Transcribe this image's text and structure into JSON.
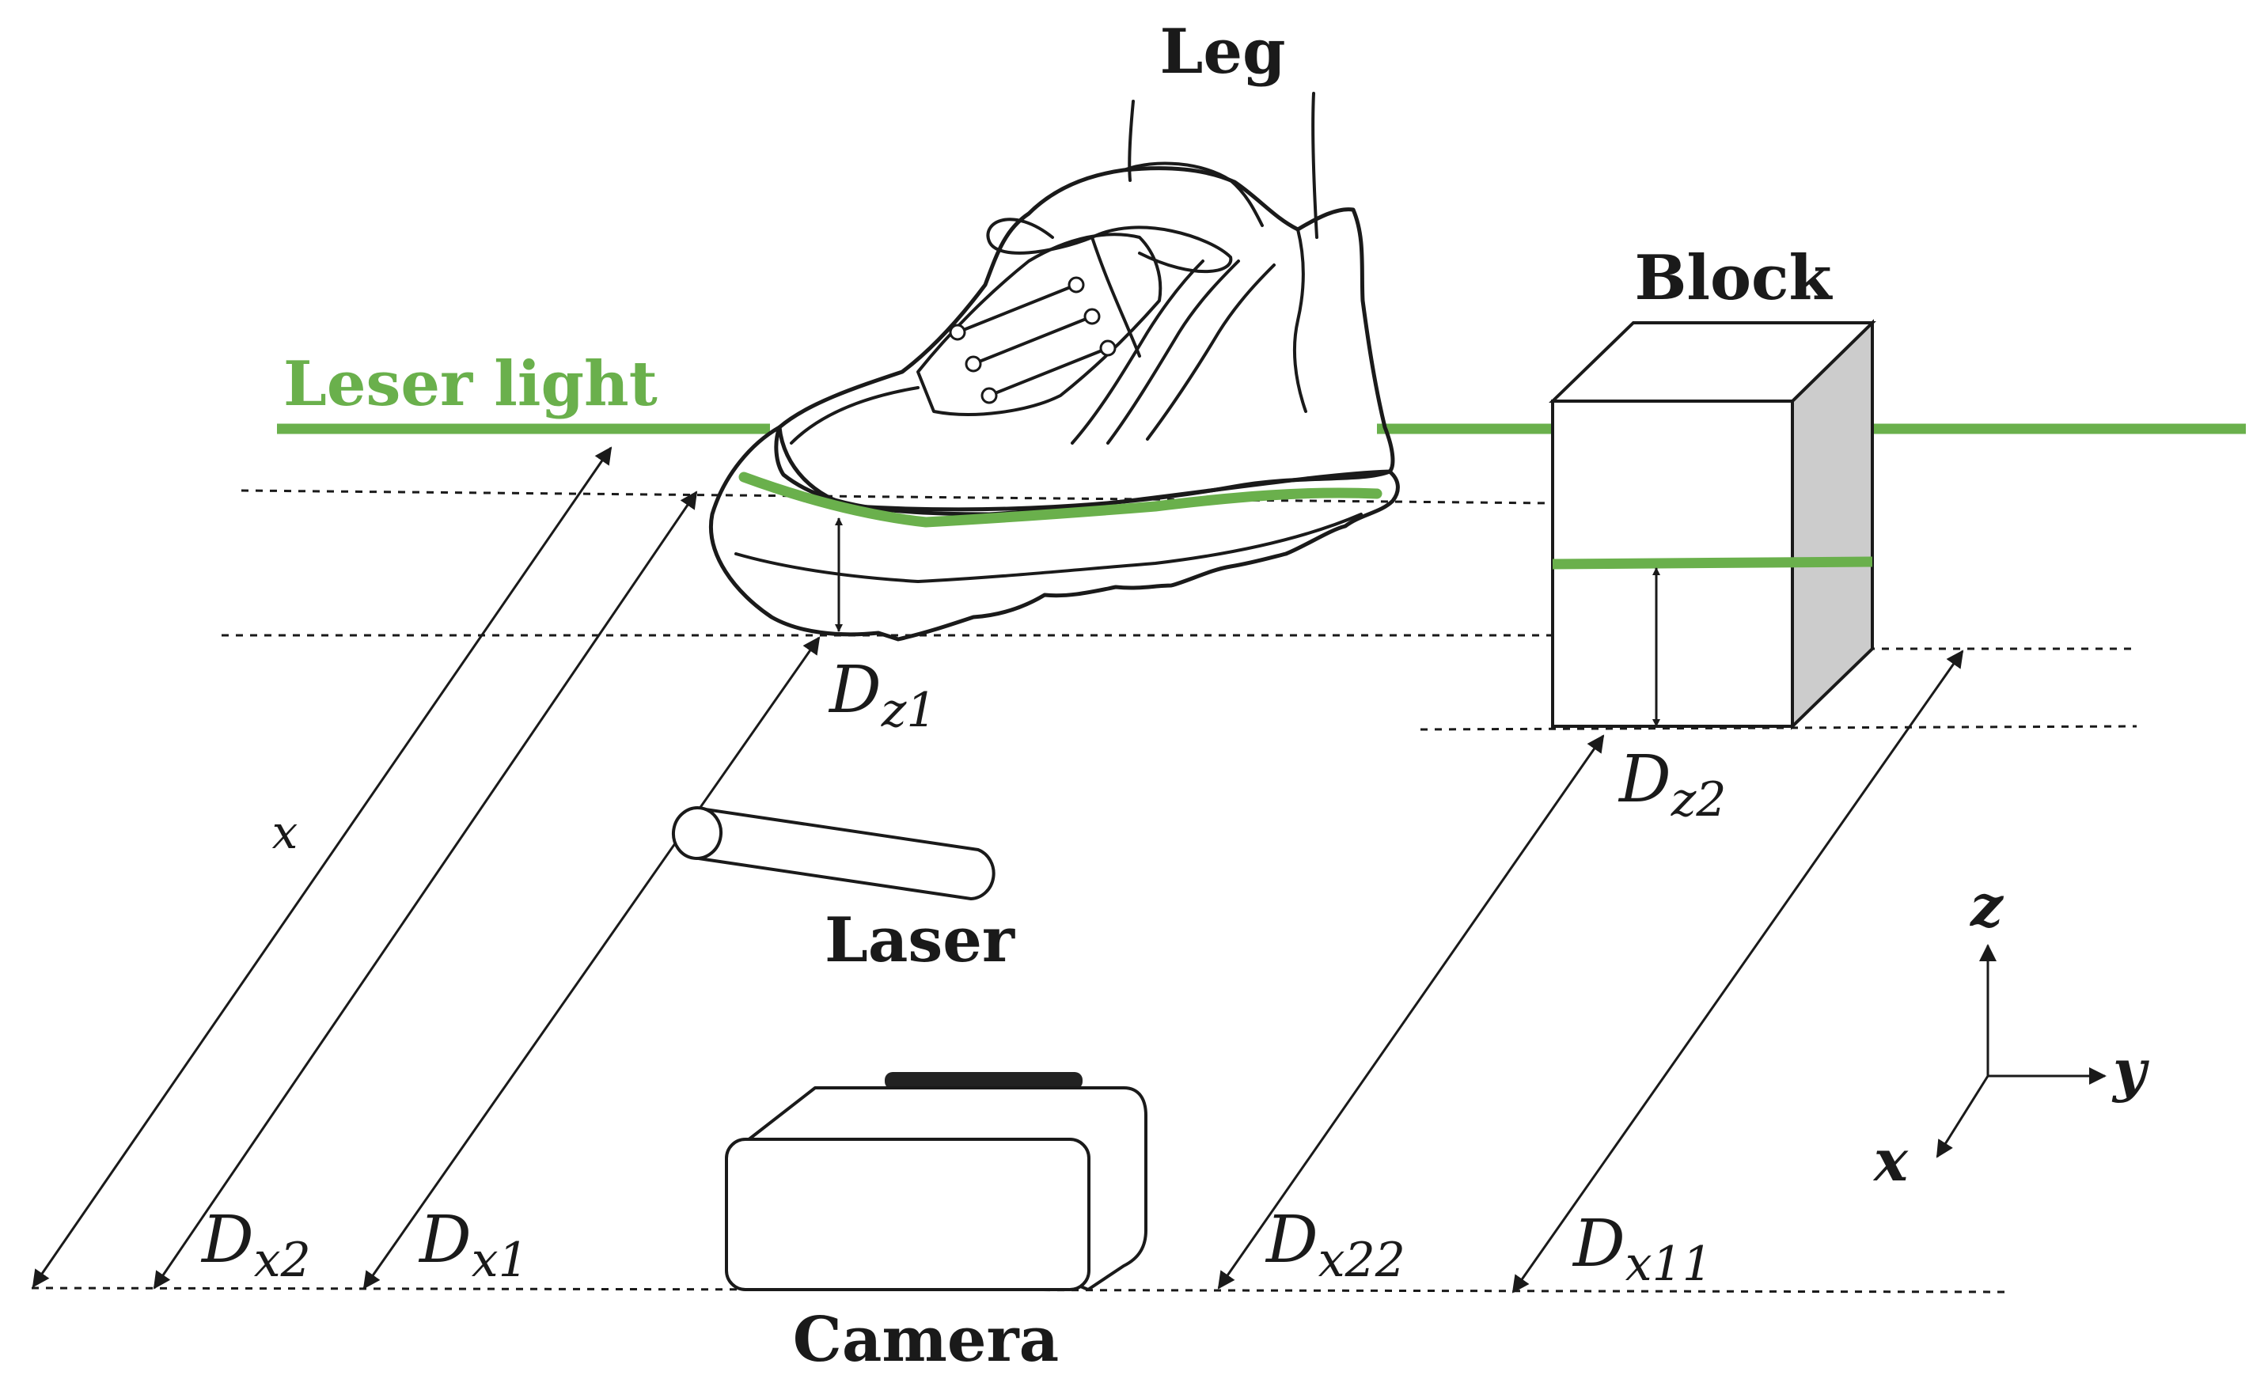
{
  "labels": {
    "leg": "Leg",
    "block": "Block",
    "laser_light": "Leser light",
    "laser": "Laser",
    "camera": "Camera",
    "x_distance": "x"
  },
  "dimensions": {
    "dz1": {
      "base": "D",
      "sub": "z1"
    },
    "dz2": {
      "base": "D",
      "sub": "z2"
    },
    "dx2": {
      "base": "D",
      "sub": "x2"
    },
    "dx1": {
      "base": "D",
      "sub": "x1"
    },
    "dx22": {
      "base": "D",
      "sub": "x22"
    },
    "dx11": {
      "base": "D",
      "sub": "x11"
    }
  },
  "axes": {
    "z": "z",
    "y": "y",
    "x": "x"
  },
  "colors": {
    "laser_green": "#6ab04c",
    "ink": "#1a1a1a",
    "block_side": "#cccccc",
    "camera_top": "#222222"
  }
}
